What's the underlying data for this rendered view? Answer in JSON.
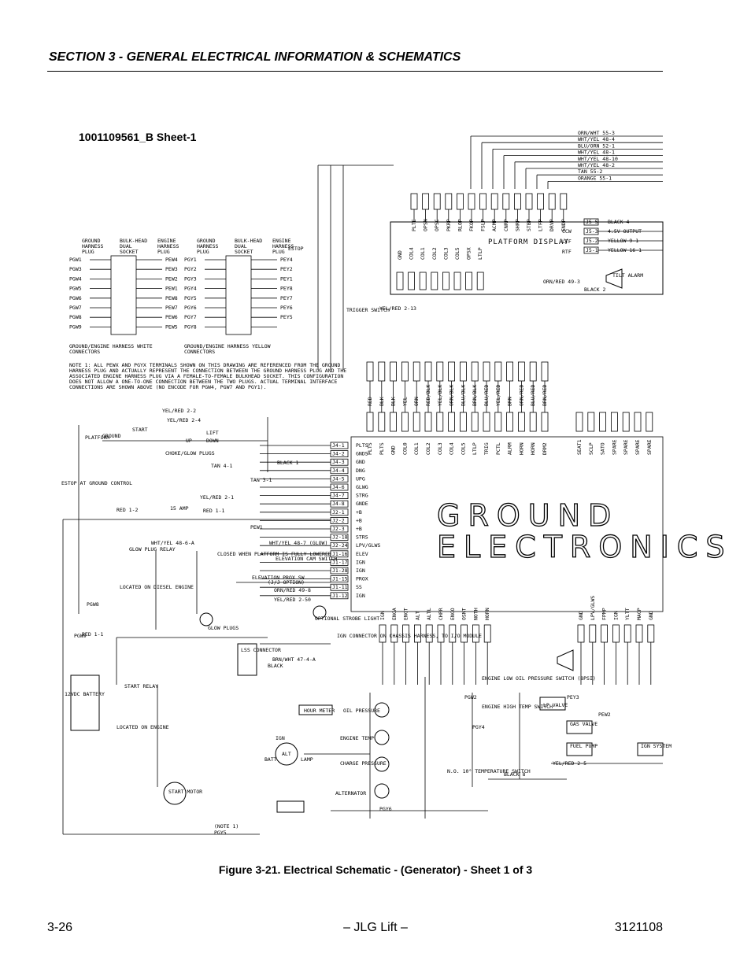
{
  "header": {
    "section_title": "SECTION 3 - GENERAL ELECTRICAL INFORMATION & SCHEMATICS"
  },
  "drawing": {
    "sheet_label": "1001109561_B Sheet-1",
    "big_label_line1": "GROUND",
    "big_label_line2": "ELECTRONICS",
    "platform_display": "PLATFORM DISPLAY",
    "top_wire_labels": [
      "ORN/WHT 55-3",
      "WHT/YEL 48-4",
      "BLU/ORN 52-1",
      "WHT/YEL 48-1",
      "WHT/YEL 48-10",
      "WHT/YEL 48-2",
      "TAN 55-2",
      "ORANGE 55-1"
    ],
    "top_connector_labels": [
      "PLTE",
      "OPSN",
      "OPSC",
      "PKRP",
      "RLOP",
      "FKOP",
      "FSLP",
      "ACMP",
      "CNRP",
      "SHRP",
      "STBP",
      "LTFP",
      "DRVP",
      "ENDP"
    ],
    "display_pins": [
      "GND",
      "COL4",
      "COL1",
      "COL2",
      "COL3",
      "COL5",
      "OPSX",
      "LTLP",
      "CCW",
      "LTF",
      "RTF"
    ],
    "right_connectors": [
      {
        "pin": "J5-5",
        "label": "BLACK 4"
      },
      {
        "pin": "J5-3",
        "label": "4.5V OUTPUT"
      },
      {
        "pin": "J5-2",
        "label": "YELLOW 9-1"
      },
      {
        "pin": "J5-1",
        "label": "YELLOW 16-1"
      }
    ],
    "harness_table_white": {
      "headers": [
        "GROUND HARNESS PLUG",
        "BULK-HEAD DUAL SOCKET",
        "ENGINE HARNESS PLUG"
      ],
      "left_pins": [
        "PGW1",
        "PGW3",
        "PGW4",
        "PGW5",
        "PGW6",
        "PGW7",
        "PGW8",
        "PGW9"
      ],
      "right_pins": [
        "PEW4",
        "PEW3",
        "PEW2",
        "PEW1",
        "PEW8",
        "PEW7",
        "PEW6",
        "PEW5"
      ],
      "caption": "GROUND/ENGINE HARNESS WHITE CONNECTORS"
    },
    "harness_table_yellow": {
      "headers": [
        "GROUND HARNESS PLUG",
        "BULK-HEAD DUAL SOCKET",
        "ENGINE HARNESS PLUG"
      ],
      "left_pins": [
        "PGY1",
        "PGY2",
        "PGY3",
        "PGY4",
        "PGY5",
        "PGY6",
        "PGY7",
        "PGY8"
      ],
      "right_pins": [
        "PEY4",
        "PEY2",
        "PEY1",
        "PEY8",
        "PEY7",
        "PEY6",
        "PEY5"
      ],
      "caption": "GROUND/ENGINE HARNESS YELLOW CONNECTORS"
    },
    "note_text": "NOTE 1: ALL PEWX AND PGYX TERMINALS SHOWN ON THIS DRAWING ARE REFERENCED FROM THE GROUND HARNESS PLUG AND ACTUALLY REPRESENT THE CONNECTION BETWEEN THE GROUND HARNESS PLUG AND THE ASSOCIATED ENGINE HARNESS PLUG VIA A FEMALE-TO-FEMALE BULKHEAD SOCKET. THIS CONFIGURATION DOES NOT ALLOW A ONE-TO-ONE CONNECTION BETWEEN THE TWO PLUGS. ACTUAL TERMINAL INTERFACE CONNECTIONS ARE SHOWN ABOVE (NO ENCODE FOR PGW4, PGW7 AND PGY1).",
    "j4_pins": [
      {
        "pin": "J4-1",
        "label": "PLTS"
      },
      {
        "pin": "J4-2",
        "label": "GNDS"
      },
      {
        "pin": "J4-3",
        "label": "GND"
      },
      {
        "pin": "J4-4",
        "label": "DNG"
      },
      {
        "pin": "J4-5",
        "label": "UPG"
      },
      {
        "pin": "J4-6",
        "label": "GLWG"
      },
      {
        "pin": "J4-7",
        "label": "STRG"
      },
      {
        "pin": "J4-8",
        "label": "GNDE"
      },
      {
        "pin": "J2-1",
        "label": "+B"
      },
      {
        "pin": "J2-2",
        "label": "+B"
      },
      {
        "pin": "J2-3",
        "label": "+B"
      },
      {
        "pin": "J2-18",
        "label": "STRS"
      },
      {
        "pin": "J2-24",
        "label": "LPV/GLWS"
      },
      {
        "pin": "J1-16",
        "label": "ELEV"
      },
      {
        "pin": "J1-17",
        "label": "IGN"
      },
      {
        "pin": "J1-28",
        "label": "IGN"
      },
      {
        "pin": "J1-15",
        "label": "PROX"
      },
      {
        "pin": "J1-11",
        "label": "SS"
      },
      {
        "pin": "J1-12",
        "label": "IGN"
      }
    ],
    "wire_labels_left": [
      "YEL/RED 2-2",
      "YEL/RED 2-4",
      "BLACK 1",
      "TAN 4-1",
      "TAN 3-1",
      "YEL/RED 2-1",
      "RED 1-2",
      "15 AMP",
      "RED 1-1",
      "WHT/YEL 48-6-A",
      "WHT/YEL 48-7 (GLOW)",
      "ORN/RED 49-8",
      "YEL/RED 2-50",
      "BRN/WHT 47-4-A",
      "BLACK"
    ],
    "component_labels": [
      "START",
      "LIFT",
      "UP",
      "DOWN",
      "CHOKE/GLOW PLUGS",
      "PLATFORM",
      "GROUND",
      "ESTOP AT GROUND CONTROL",
      "GLOW PLUG RELAY",
      "LOCATED ON DIESEL ENGINE",
      "GLOW PLUGS",
      "CLOSED WHEN PLATFORM IS FULLY LOWERED",
      "ELEVATION CAM SWITCH",
      "ELEVATION PROX SW",
      "(J/J OPTION)",
      "OPTIONAL STROBE LIGHT",
      "IGN CONNECTOR ON CHASSIS HARNESS, TO I/O MODULE",
      "LSS CONNECTOR",
      "12VDC BATTERY",
      "START RELAY",
      "LOCATED ON ENGINE",
      "HOUR METER",
      "ALT",
      "IGN",
      "BATT",
      "LAMP",
      "START MOTOR",
      "OIL PRESSURE",
      "ENGINE TEMP",
      "CHARGE PRESSURE",
      "ALTERNATOR",
      "ENGINE LOW OIL PRESSURE SWITCH (8PSI)",
      "ENGINE HIGH TEMP SWITCH",
      "N.O. 10° TEMPERATURE SWITCH",
      "LP VALVE",
      "GAS VALVE",
      "FUEL PUMP",
      "IGN SYSTEM",
      "TILT ALARM",
      "TRIGGER SWITCH",
      "ESTOP",
      "BLACK 2",
      "BLACK 8",
      "YEL/RED 2-5",
      "ORN/RED 49-3",
      "RED 1-1",
      "YEL/RED 2-13"
    ],
    "mid_connector_labels": [
      "PLTS",
      "PLTS",
      "GND",
      "COL0",
      "COL1",
      "COL2",
      "COL3",
      "COL4",
      "COL5",
      "LTLP",
      "TRIG",
      "PCTL",
      "ALRM",
      "HORN",
      "HORN",
      "DRM2",
      "SEAT1",
      "SCLP",
      "SATO",
      "SPARE",
      "SPARE",
      "SPARE",
      "SPARE"
    ],
    "mid_wire_labels": [
      "RED",
      "BLK",
      "BLK",
      "YEL",
      "ORN",
      "RED/BLK",
      "YEL/BLK",
      "ORN/BLK",
      "BLU/BLK",
      "BRN/BLK",
      "BLU/RED",
      "YEL/RED",
      "BRN",
      "ORN/RED",
      "BLU/RED",
      "BRN/RED"
    ],
    "bottom_connector_labels": [
      "IGN",
      "ENGA",
      "ENGT",
      "ALT",
      "ALTL",
      "CHPR",
      "ENGO",
      "OSNT",
      "NOTH",
      "HORN",
      "GND",
      "LPV/GLWS",
      "FPMP",
      "IGN",
      "YLTT",
      "MAGP",
      "GND"
    ],
    "note_refs": [
      "(NOTE 1)",
      "PGY5",
      "PEW1",
      "PGW8",
      "PGW2",
      "PGY4",
      "PGY6",
      "PEY3",
      "PEW2",
      "PGW9"
    ]
  },
  "figure_caption": "Figure 3-21.  Electrical Schematic - (Generator) - Sheet 1 of 3",
  "footer": {
    "left": "3-26",
    "center": "– JLG Lift –",
    "right": "3121108"
  }
}
